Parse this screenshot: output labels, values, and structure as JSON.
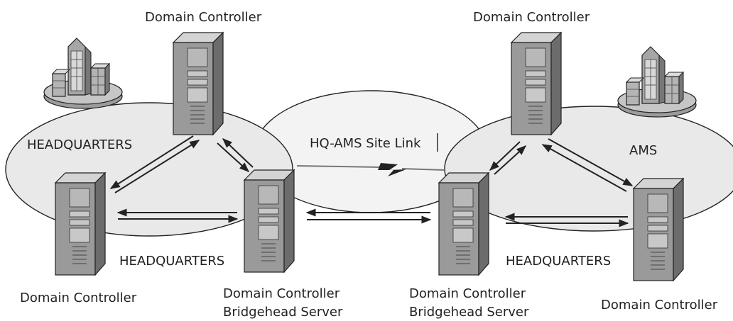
{
  "site_link_label": "HQ-AMS Site Link",
  "sites": [
    {
      "id": "hq",
      "name_label": "HEADQUARTERS",
      "bottom_label": "HEADQUARTERS"
    },
    {
      "id": "ams",
      "name_label": "AMS",
      "bottom_label": "HEADQUARTERS"
    }
  ],
  "servers": {
    "hq_top": {
      "lines": [
        "Domain Controller"
      ]
    },
    "hq_left": {
      "lines": [
        "Domain Controller"
      ]
    },
    "hq_bridgehead": {
      "lines": [
        "Domain Controller",
        "Bridgehead Server"
      ]
    },
    "ams_bridgehead": {
      "lines": [
        "Domain Controller",
        "Bridgehead Server"
      ]
    },
    "ams_top": {
      "lines": [
        "Domain Controller"
      ]
    },
    "ams_right": {
      "lines": [
        "Domain Controller"
      ]
    }
  },
  "icons": [
    "office-building-icon",
    "server-tower-icon",
    "lightning-link-icon",
    "bidirectional-arrow-icon"
  ],
  "colors": {
    "ellipse_fill": "#eeeeee",
    "line": "#222222",
    "server_body": "#9a9a9a"
  }
}
